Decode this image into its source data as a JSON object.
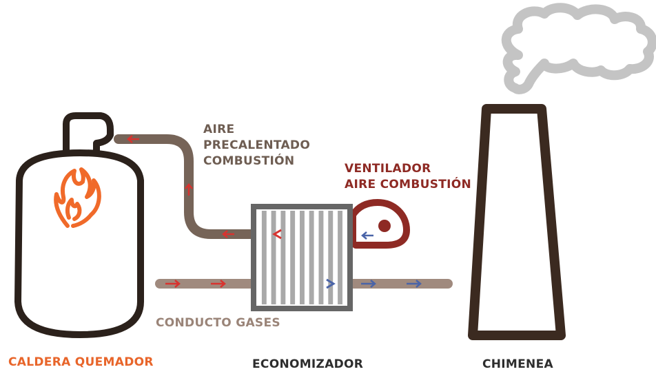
{
  "labels": {
    "caldera": "CALDERA QUEMADOR",
    "economizador": "ECONOMIZADOR",
    "chimenea": "CHIMENEA",
    "conducto_gases": "CONDUCTO GASES",
    "aire_precalentado": [
      "AIRE",
      "PRECALENTADO",
      "COMBUSTIÓN"
    ],
    "ventilador": [
      "VENTILADOR",
      "AIRE COMBUSTIÓN"
    ]
  },
  "colors": {
    "caldera_label": "#e8652a",
    "flame": "#f06a2a",
    "outline": "#2b211b",
    "air_pipe": "#766458",
    "gas_pipe": "#a08a7e",
    "gas_label": "#9a8478",
    "air_label": "#6e5d52",
    "fan": "#8e2a24",
    "fan_label": "#8e2a24",
    "arrow_hot": "#d8332f",
    "arrow_cold": "#4a64a8",
    "economizer_frame": "#666666",
    "economizer_bars": "#a9a9a9",
    "chimney": "#3b2a20",
    "smoke": "#c4c4c4",
    "black_label": "#2d2d2d"
  },
  "icons": [
    "flame-icon",
    "fan-icon",
    "smoke-icon"
  ]
}
